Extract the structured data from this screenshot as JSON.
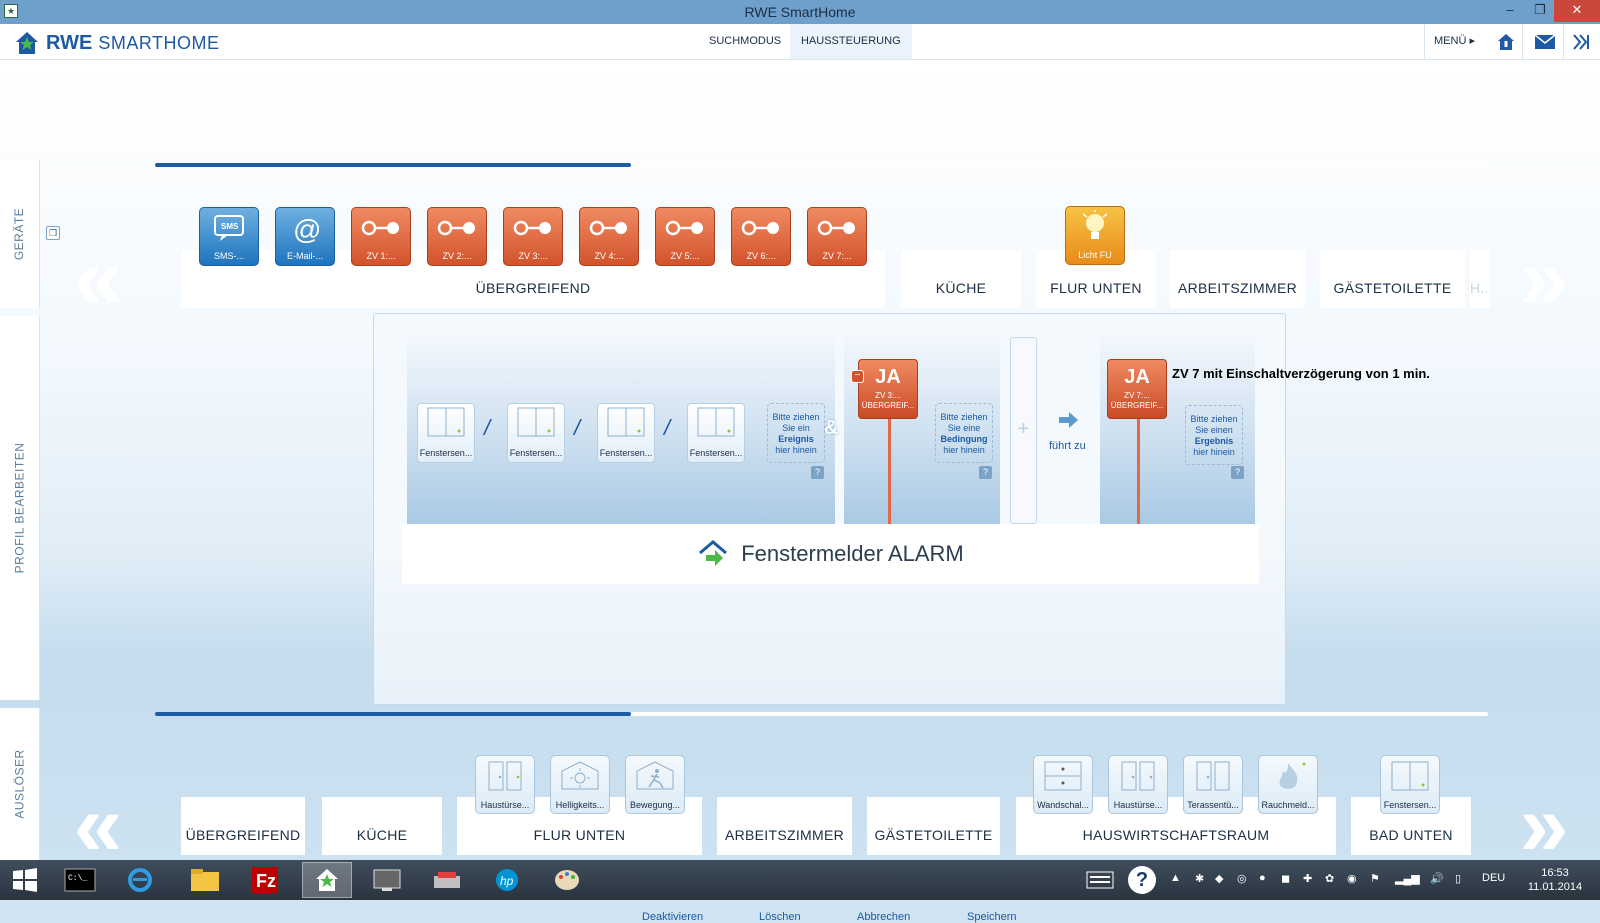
{
  "window": {
    "title": "RWE SmartHome",
    "minimize": "–",
    "restore": "❐",
    "close": "✕"
  },
  "header": {
    "logo_bold": "RWE",
    "logo_text": "SMARTHOME",
    "tabs": [
      {
        "label": "SUCHMODUS",
        "active": false
      },
      {
        "label": "HAUSSTEUERUNG",
        "active": true
      }
    ],
    "menu_label": "MENÜ"
  },
  "side_tabs": {
    "devices": "GERÄTE",
    "profile": "PROFIL BEARBEITEN",
    "triggers": "AUSLÖSER"
  },
  "progress": {
    "top_fraction": 0.357,
    "bottom_fraction": 0.357
  },
  "devices": {
    "rooms": [
      "ÜBERGREIFEND",
      "KÜCHE",
      "FLUR UNTEN",
      "ARBEITSZIMMER",
      "GÄSTETOILETTE",
      "H..."
    ],
    "tiles": [
      {
        "label": "SMS-...",
        "color": "blue",
        "icon": "sms-icon"
      },
      {
        "label": "E-Mail-...",
        "color": "blue",
        "icon": "email-icon"
      },
      {
        "label": "ZV 1:...",
        "color": "orange",
        "icon": "variable-icon"
      },
      {
        "label": "ZV 2:...",
        "color": "orange",
        "icon": "variable-icon"
      },
      {
        "label": "ZV 3:...",
        "color": "orange",
        "icon": "variable-icon"
      },
      {
        "label": "ZV 4:...",
        "color": "orange",
        "icon": "variable-icon"
      },
      {
        "label": "ZV 5:...",
        "color": "orange",
        "icon": "variable-icon"
      },
      {
        "label": "ZV 6:...",
        "color": "orange",
        "icon": "variable-icon"
      },
      {
        "label": "ZV 7:...",
        "color": "orange",
        "icon": "variable-icon"
      },
      {
        "label": "Licht FU",
        "color": "amber",
        "icon": "lightbulb-icon"
      }
    ]
  },
  "editor": {
    "sensors": [
      "Fenstersen...",
      "Fenstersen...",
      "Fenstersen...",
      "Fenstersen..."
    ],
    "or_symbol": "/",
    "and_symbol": "&",
    "drop_event": {
      "line1": "Bitte ziehen",
      "line2": "Sie ein",
      "bold": "Ereignis",
      "line4": "hier hinein"
    },
    "condition": {
      "ja": "JA",
      "line1": "ZV 3:...",
      "line2": "ÜBERGREIF..."
    },
    "drop_condition": {
      "line1": "Bitte ziehen",
      "line2": "Sie eine",
      "bold": "Bedingung",
      "line4": "hier hinein"
    },
    "plus": "+",
    "leads_to": "führt zu",
    "result": {
      "ja": "JA",
      "line1": "ZV 7:...",
      "line2": "ÜBERGREIF..."
    },
    "drop_result": {
      "line1": "Bitte ziehen",
      "line2": "Sie einen",
      "bold": "Ergebnis",
      "line4": "hier hinein"
    },
    "help": "?",
    "profile_name": "Fenstermelder ALARM",
    "actions": {
      "deactivate": "Deaktivieren",
      "delete": "Löschen",
      "cancel": "Abbrechen",
      "save": "Speichern"
    }
  },
  "annotation": "ZV 7 mit Einschaltverzögerung von 1 min.",
  "triggers": {
    "rooms": [
      "ÜBERGREIFEND",
      "KÜCHE",
      "FLUR UNTEN",
      "ARBEITSZIMMER",
      "GÄSTETOILETTE",
      "HAUSWIRTSCHAFTSRAUM",
      "BAD UNTEN"
    ],
    "tiles": [
      {
        "label": "Haustürse..."
      },
      {
        "label": "Helligkeits..."
      },
      {
        "label": "Bewegung..."
      },
      {
        "label": "Wandschal..."
      },
      {
        "label": "Haustürse..."
      },
      {
        "label": "Terassentü..."
      },
      {
        "label": "Rauchmeld..."
      },
      {
        "label": "Fenstersen..."
      }
    ]
  },
  "taskbar": {
    "language": "DEU",
    "time": "16:53",
    "date": "11.01.2014",
    "help": "?"
  },
  "colors": {
    "accent": "#1d5aa3",
    "orange": "#d2532c",
    "titlebar": "#6fa0cb"
  }
}
